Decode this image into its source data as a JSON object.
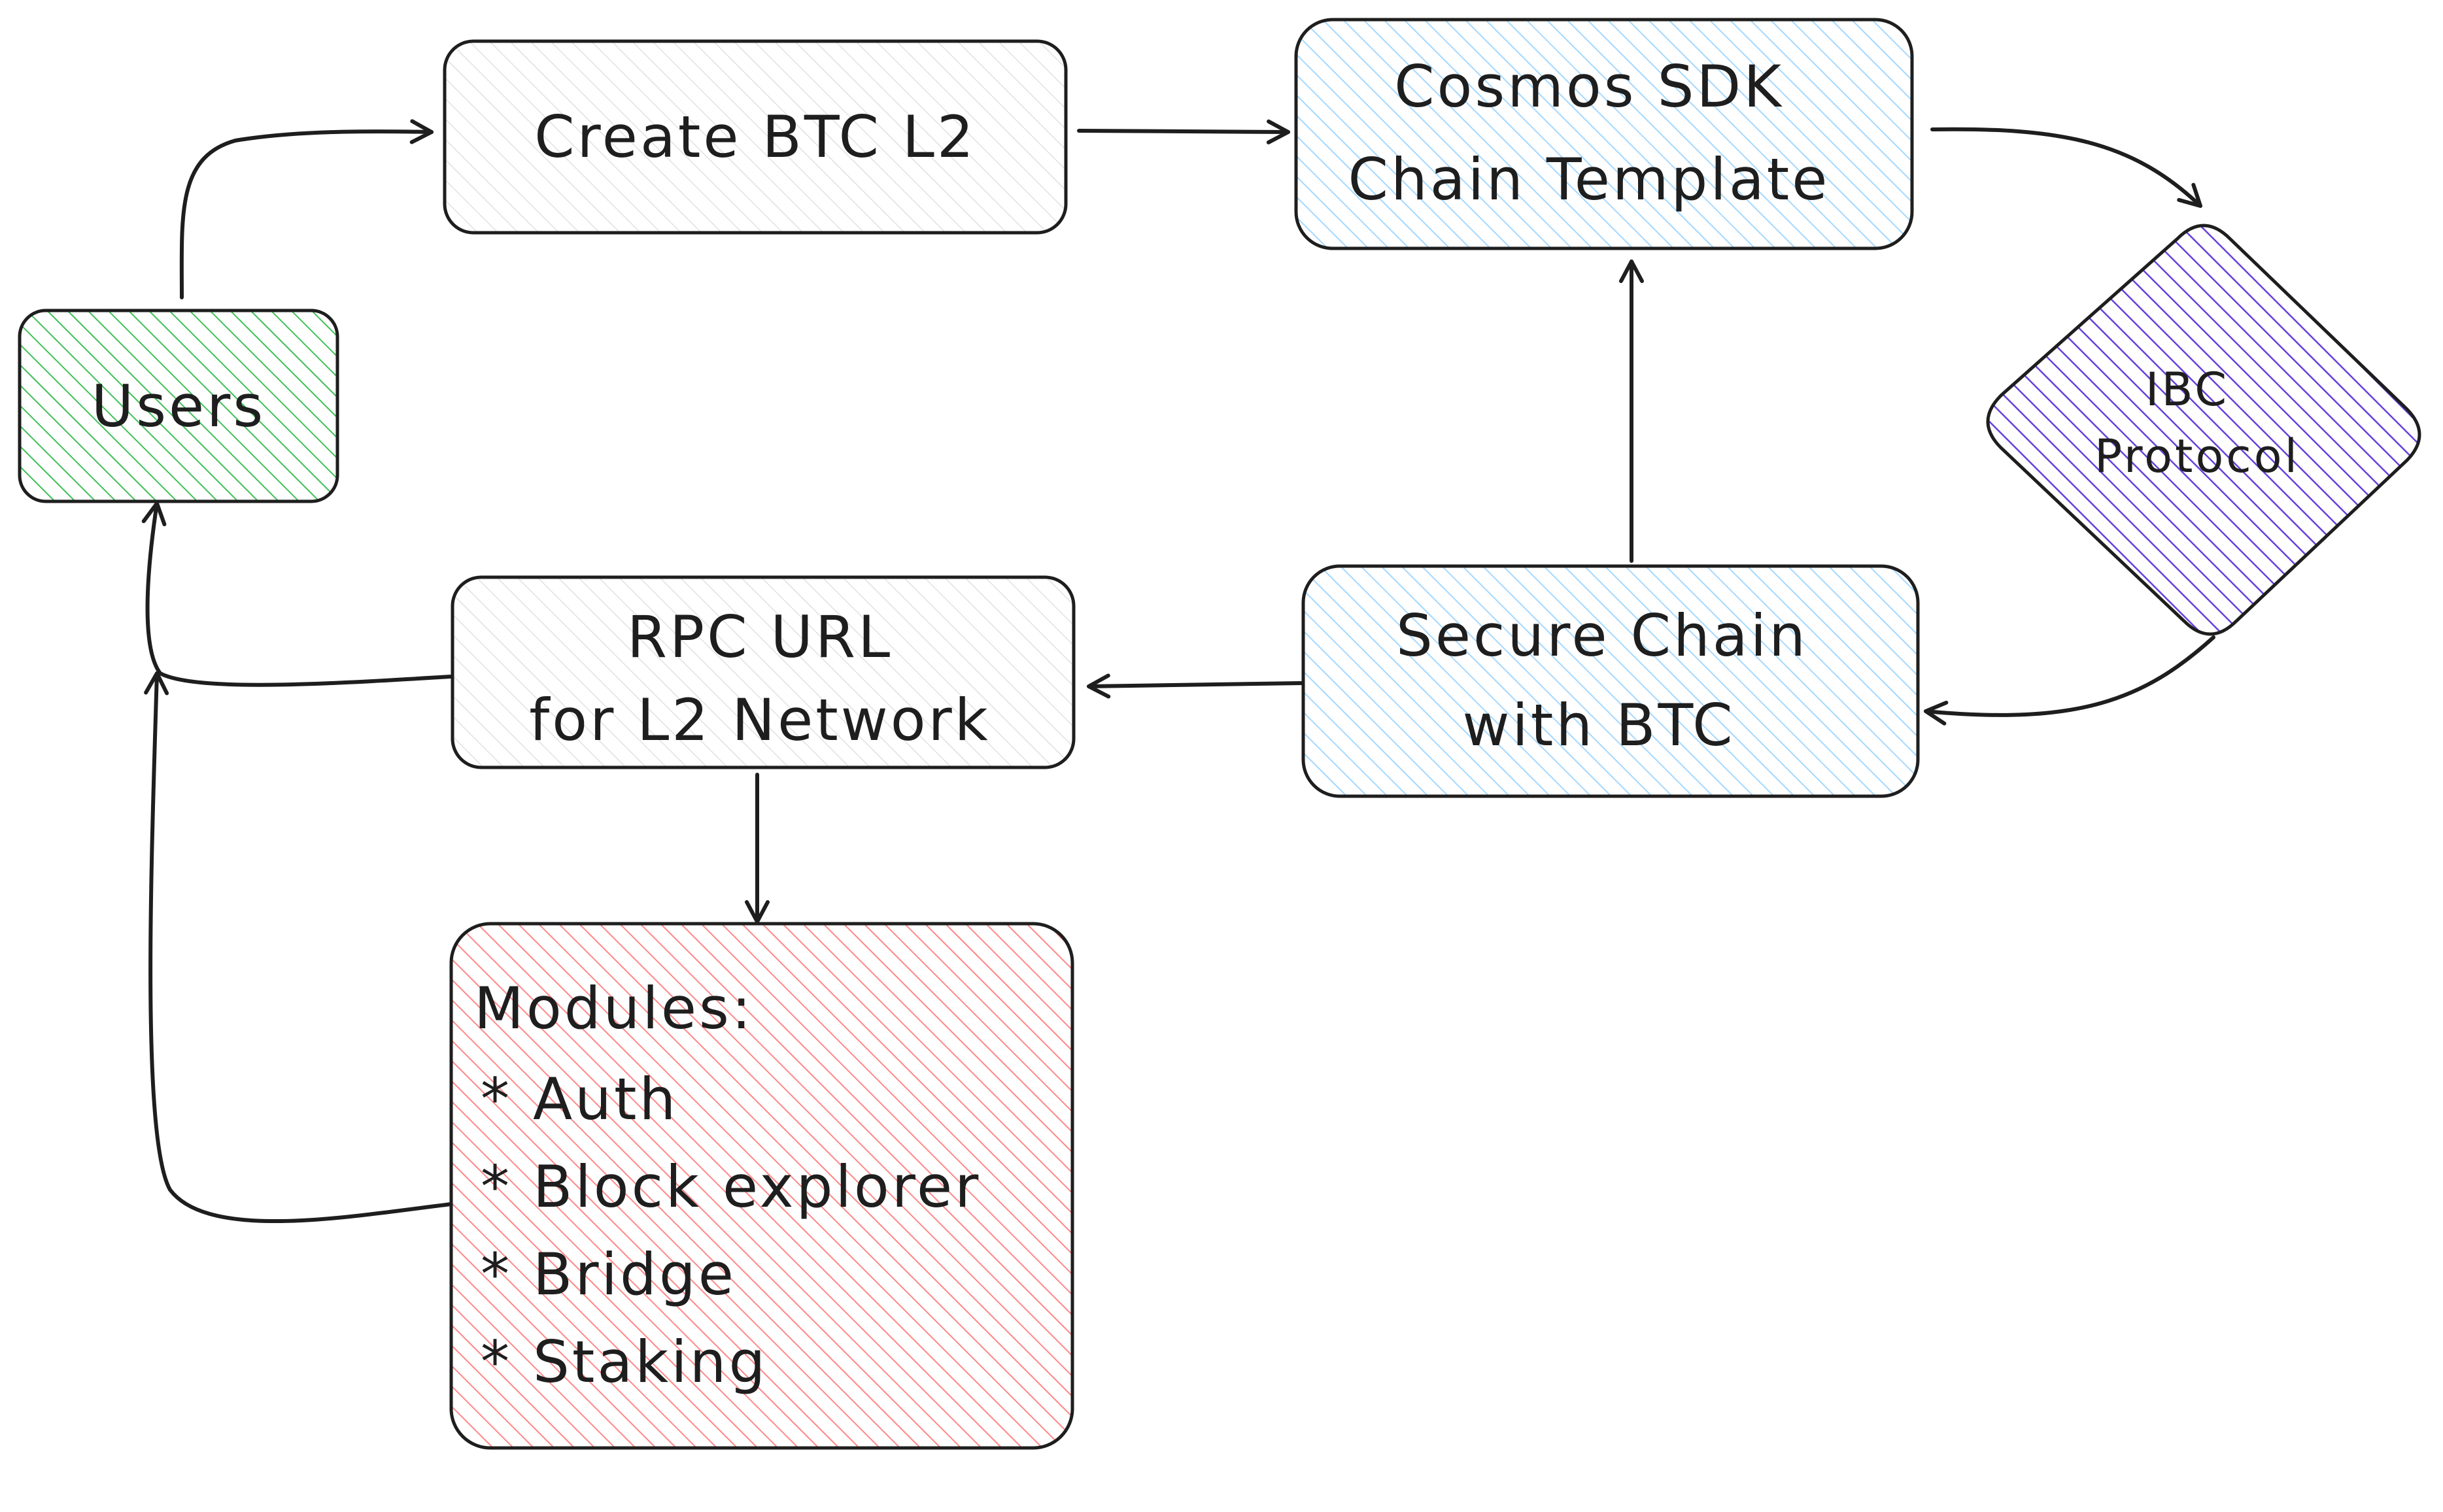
{
  "nodes": {
    "users": {
      "label": "Users"
    },
    "create_btc_l2": {
      "label": "Create BTC L2"
    },
    "cosmos_sdk": {
      "line1": "Cosmos SDK",
      "line2": "Chain Template"
    },
    "ibc_protocol": {
      "line1": "IBC",
      "line2": "Protocol"
    },
    "secure_chain": {
      "line1": "Secure Chain",
      "line2": "with BTC"
    },
    "rpc_url": {
      "line1": "RPC URL",
      "line2": "for L2 Network"
    },
    "modules": {
      "title": "Modules:",
      "items": [
        "* Auth",
        "* Block explorer",
        "* Bridge",
        "* Staking"
      ]
    }
  },
  "colors": {
    "stroke": "#1e1e1e",
    "green": "#40c057",
    "gray": "#ced4da",
    "blue": "#a5d8ff",
    "purple": "#6741d9",
    "red": "#e03131"
  }
}
